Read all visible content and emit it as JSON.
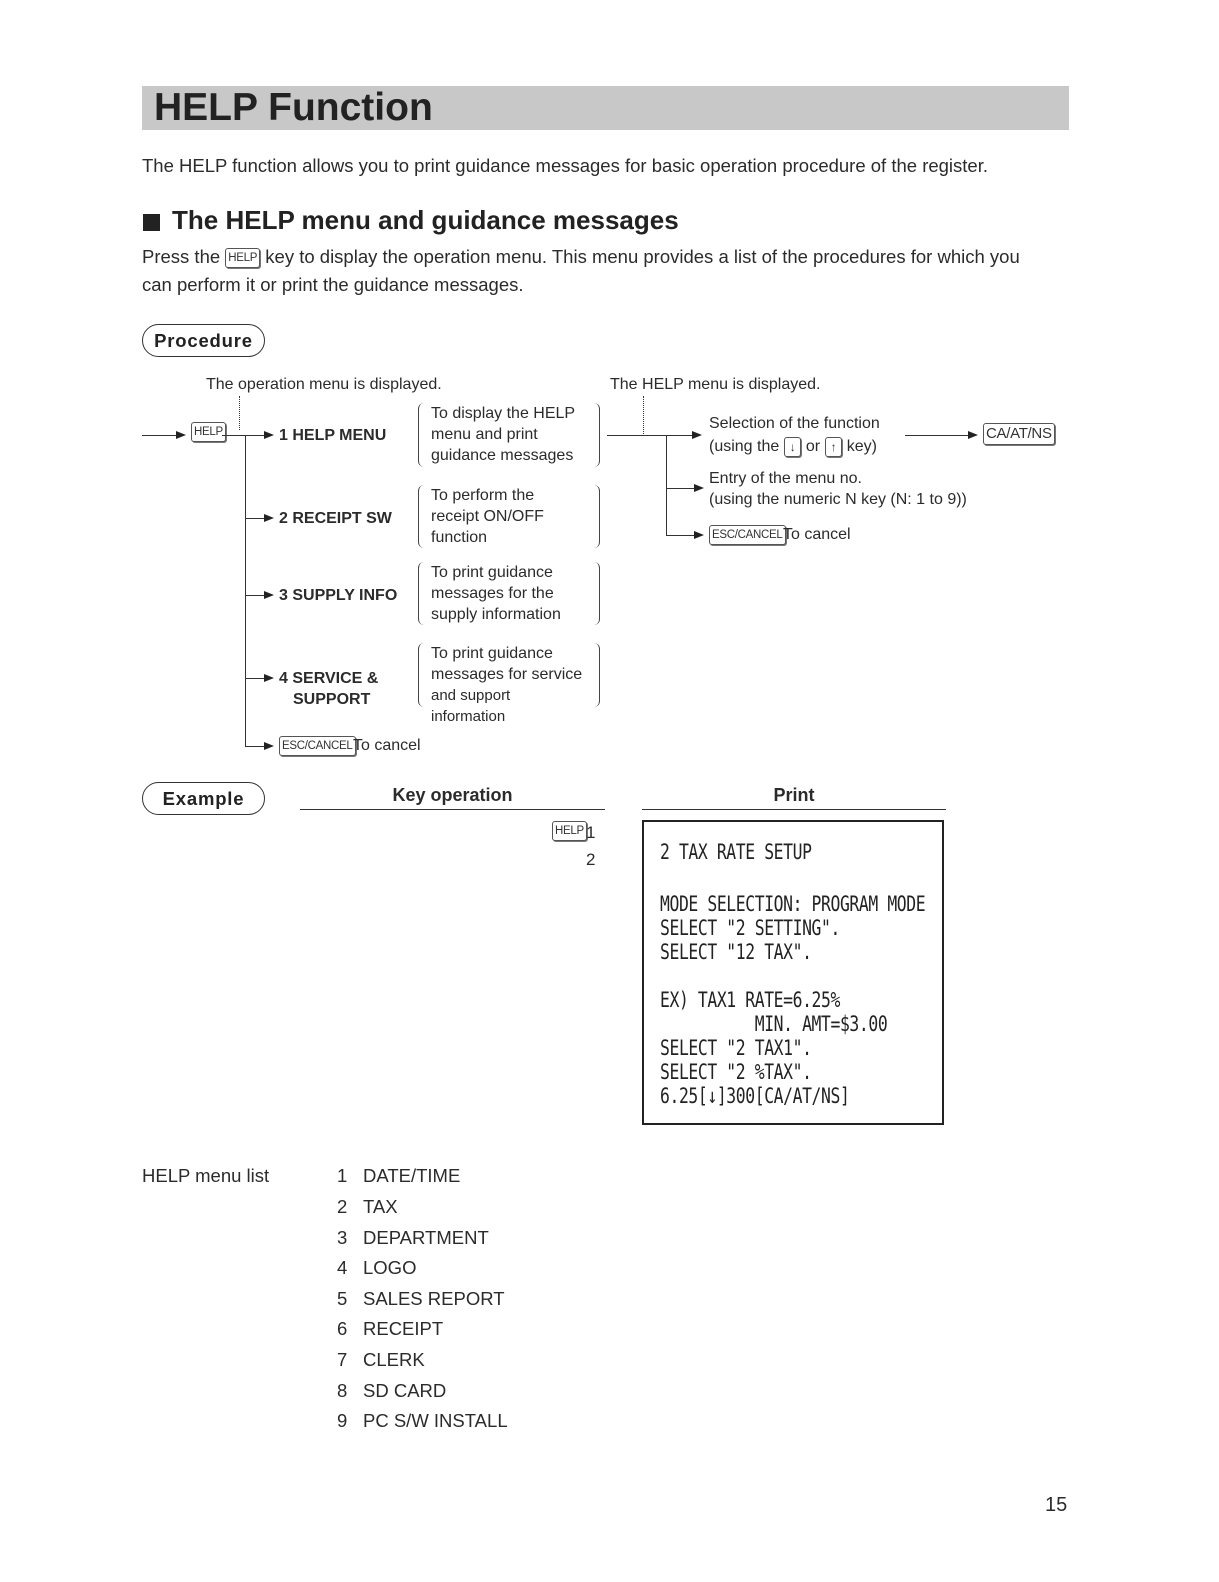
{
  "title": "HELP Function",
  "intro": "The HELP function allows you to print guidance messages for basic operation procedure of the register.",
  "section": {
    "title": "The HELP menu and guidance messages",
    "para_pre": "Press the",
    "para_key": "HELP",
    "para_post": "key to display the operation menu. This menu provides a list of the procedures for which you",
    "para_line2": "can perform it or print the guidance messages."
  },
  "procedure": {
    "label": "Procedure",
    "op_menu_caption": "The operation menu is displayed.",
    "help_menu_caption": "The HELP menu is displayed.",
    "help_key": "HELP",
    "menu_items": [
      {
        "label": "1 HELP MENU",
        "desc": [
          "To display the HELP",
          "menu and print",
          "guidance messages"
        ]
      },
      {
        "label": "2 RECEIPT SW",
        "desc": [
          "To perform the",
          "receipt ON/OFF",
          "function"
        ]
      },
      {
        "label": "3 SUPPLY INFO",
        "desc": [
          "To print guidance",
          "messages for the",
          "supply information"
        ]
      },
      {
        "label1": "4 SERVICE &",
        "label2": "SUPPORT",
        "desc": [
          "To print guidance",
          "messages for service",
          "and support information"
        ]
      }
    ],
    "esc_key": "ESC/CANCEL",
    "to_cancel": "To cancel",
    "selection_line1": "Selection of the function",
    "selection_using": "(using the",
    "down_key": "↓",
    "or_text": "or",
    "up_key": "↑",
    "key_close": "key)",
    "ca_key": "CA/AT/NS",
    "entry_line1": "Entry of the menu no.",
    "entry_line2": "(using the numeric N key (N: 1 to 9))",
    "esc_key2": "ESC/CANCEL",
    "to_cancel2": "To cancel"
  },
  "example": {
    "label": "Example",
    "key_op_header": "Key operation",
    "print_header": "Print",
    "key_help": "HELP",
    "key_1": "1",
    "key_2": "2",
    "receipt_lines": [
      "2 TAX RATE SETUP",
      "MODE SELECTION: PROGRAM MODE",
      "SELECT \"2 SETTING\".",
      "SELECT \"12 TAX\".",
      "EX) TAX1 RATE=6.25%",
      "          MIN. AMT=$3.00",
      "SELECT \"2 TAX1\".",
      "SELECT \"2 %TAX\".",
      "6.25[↓]300[CA/AT/NS]"
    ]
  },
  "help_menu_list": {
    "label": "HELP menu list",
    "items": [
      {
        "num": "1",
        "text": "DATE/TIME"
      },
      {
        "num": "2",
        "text": "TAX"
      },
      {
        "num": "3",
        "text": "DEPARTMENT"
      },
      {
        "num": "4",
        "text": "LOGO"
      },
      {
        "num": "5",
        "text": "SALES REPORT"
      },
      {
        "num": "6",
        "text": "RECEIPT"
      },
      {
        "num": "7",
        "text": "CLERK"
      },
      {
        "num": "8",
        "text": "SD CARD"
      },
      {
        "num": "9",
        "text": "PC S/W INSTALL"
      }
    ]
  },
  "page_number": "15"
}
